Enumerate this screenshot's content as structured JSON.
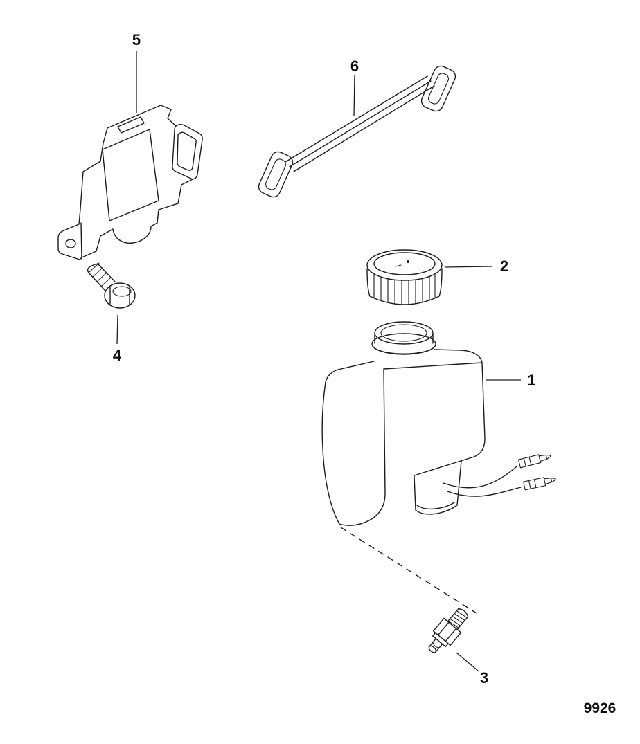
{
  "diagram": {
    "figure_number": "9926",
    "callout_labels": {
      "reservoir": "1",
      "filler_cap": "2",
      "fitting": "3",
      "bolt": "4",
      "bracket": "5",
      "strap": "6"
    }
  }
}
